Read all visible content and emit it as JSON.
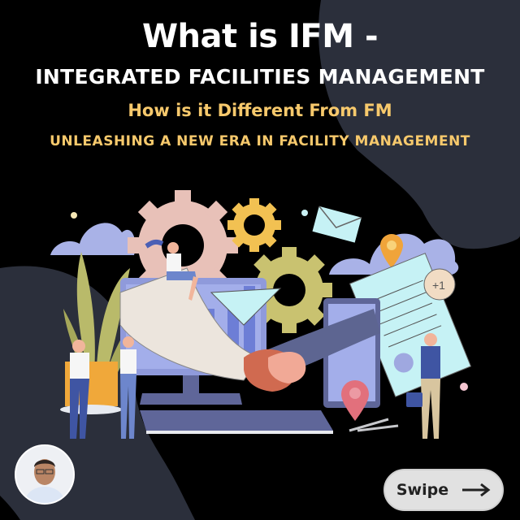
{
  "header": {
    "title": "What is IFM -",
    "subtitle": "INTEGRATED FACILITIES MANAGEMENT",
    "question": "How is it Different From FM",
    "tagline": "UNLEASHING A NEW ERA IN FACILITY MANAGEMENT"
  },
  "illustration": {
    "description": "Business handshake through computer screen with gears, cloud, envelope, document, people and location pins",
    "note_badge": "+1"
  },
  "author": {
    "avatar_icon": "person-photo-avatar"
  },
  "cta": {
    "swipe_label": "Swipe",
    "arrow_icon": "arrow-right-icon"
  },
  "colors": {
    "background": "#000000",
    "blob": "#2b2f3b",
    "accent_yellow": "#f7c96c",
    "title_white": "#ffffff",
    "swipe_bg": "#e1e1e1"
  }
}
